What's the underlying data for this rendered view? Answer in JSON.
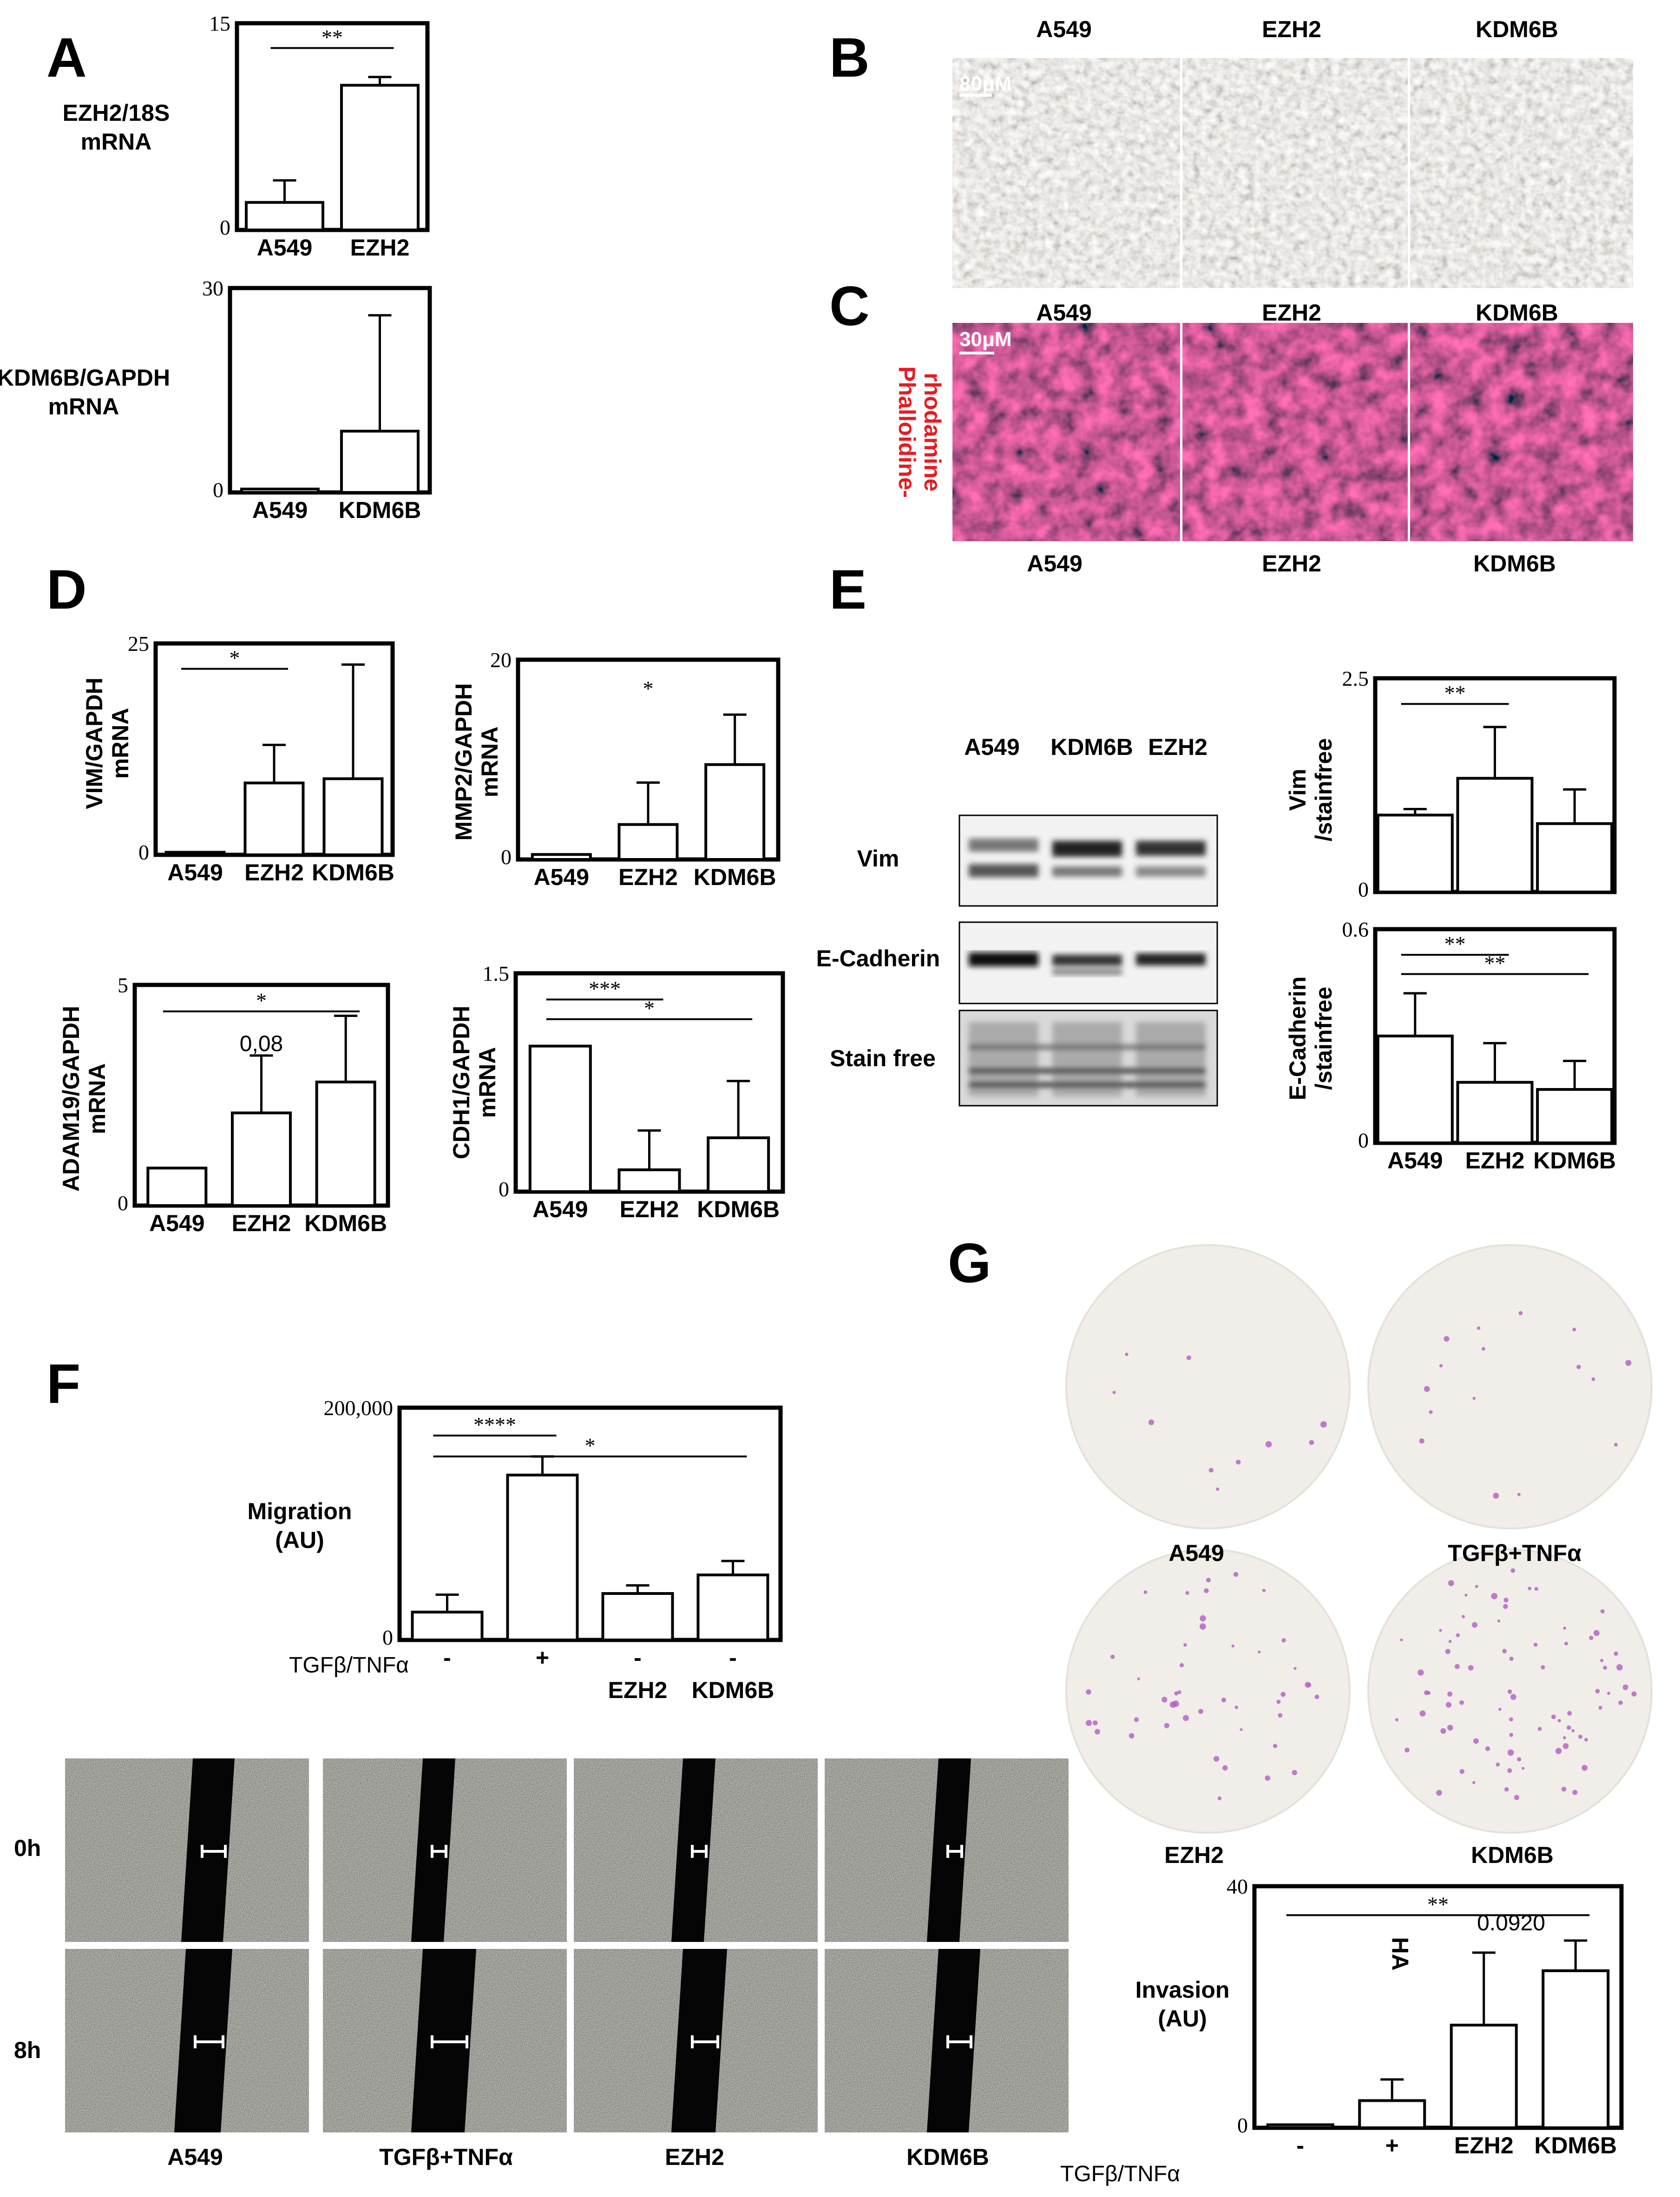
{
  "panels": {
    "A": "A",
    "B": "B",
    "C": "C",
    "D": "D",
    "E": "E",
    "F": "F",
    "G": "G"
  },
  "micro": {
    "groups": [
      "A549",
      "EZH2",
      "KDM6B"
    ],
    "scale_b": "80μM",
    "scale_c": "30μM",
    "stain_label_1": "Phalloidine-",
    "stain_label_2": "rhodamine",
    "colors": {
      "phase": "#8a847c",
      "fluor": "#b0122a",
      "fluor_dark": "#3a0610"
    }
  },
  "western": {
    "lanes": [
      "A549",
      "KDM6B",
      "EZH2"
    ],
    "rows": [
      "Vim",
      "E-Cadherin",
      "Stain free"
    ]
  },
  "wound": {
    "times": [
      "0h",
      "8h"
    ],
    "groups": [
      "A549",
      "TGFβ+TNFα",
      "EZH2",
      "KDM6B"
    ]
  },
  "invasion_wells": {
    "labels": [
      "A549",
      "TGFβ+TNFα",
      "EZH2",
      "KDM6B"
    ],
    "colors": {
      "well": "#f1ede8",
      "dot": "#b25bc4"
    }
  },
  "chart_data": [
    {
      "id": "A1",
      "type": "bar",
      "ylabel_lines": [
        "EZH2/18S",
        "mRNA"
      ],
      "categories": [
        "A549",
        "EZH2"
      ],
      "values": [
        2,
        10.5
      ],
      "errors": [
        1.6,
        0.6
      ],
      "ylim": [
        0,
        15
      ],
      "ytick_labels": [
        "0",
        "15"
      ],
      "sig": [
        {
          "from": 0,
          "to": 1,
          "label": "**"
        }
      ]
    },
    {
      "id": "A2",
      "type": "bar",
      "ylabel_lines": [
        "KDM6B/GAPDH",
        "mRNA"
      ],
      "categories": [
        "A549",
        "KDM6B"
      ],
      "values": [
        0.5,
        9
      ],
      "errors": [
        0,
        17
      ],
      "ylim": [
        0,
        30
      ],
      "ytick_labels": [
        "0",
        "30"
      ],
      "sig": []
    },
    {
      "id": "D1",
      "type": "bar",
      "ylabel_lines": [
        "VIM/GAPDH",
        "mRNA"
      ],
      "categories": [
        "A549",
        "EZH2",
        "KDM6B"
      ],
      "values": [
        0.3,
        8.5,
        9
      ],
      "errors": [
        0,
        4.5,
        13.5
      ],
      "ylim": [
        0,
        25
      ],
      "ytick_labels": [
        "0",
        "25"
      ],
      "sig": [
        {
          "from": 0,
          "to": 1,
          "label": "*"
        }
      ]
    },
    {
      "id": "D2",
      "type": "bar",
      "ylabel_lines": [
        "MMP2/GAPDH",
        "mRNA"
      ],
      "categories": [
        "A549",
        "EZH2",
        "KDM6B"
      ],
      "values": [
        0.5,
        3.5,
        9.5
      ],
      "errors": [
        0,
        4.2,
        5
      ],
      "ylim": [
        0,
        20
      ],
      "ytick_labels": [
        "0",
        "20"
      ],
      "star": "*"
    },
    {
      "id": "D3",
      "type": "bar",
      "ylabel_lines": [
        "ADAM19/GAPDH",
        "mRNA"
      ],
      "categories": [
        "A549",
        "EZH2",
        "KDM6B"
      ],
      "values": [
        0.85,
        2.1,
        2.8
      ],
      "errors": [
        0,
        1.3,
        1.5
      ],
      "ylim": [
        0,
        5
      ],
      "ytick_labels": [
        "0",
        "5"
      ],
      "sig": [
        {
          "from": 0,
          "to": 2,
          "label": "*"
        }
      ],
      "note": "0,08"
    },
    {
      "id": "D4",
      "type": "bar",
      "ylabel_lines": [
        "CDH1/GAPDH",
        "mRNA"
      ],
      "categories": [
        "A549",
        "EZH2",
        "KDM6B"
      ],
      "values": [
        1.0,
        0.15,
        0.37
      ],
      "errors": [
        0,
        0.27,
        0.39
      ],
      "ylim": [
        0,
        1.5
      ],
      "ytick_labels": [
        "0",
        "1.5"
      ],
      "sig": [
        {
          "from": 0,
          "to": 1,
          "label": "***"
        },
        {
          "from": 0,
          "to": 2,
          "label": "*"
        }
      ]
    },
    {
      "id": "E1",
      "type": "bar",
      "ylabel_lines": [
        "Vim",
        "/stainfree"
      ],
      "categories": [
        "",
        "",
        ""
      ],
      "values": [
        0.9,
        1.33,
        0.8
      ],
      "errors": [
        0.07,
        0.6,
        0.4
      ],
      "ylim": [
        0,
        2.5
      ],
      "ytick_labels": [
        "0",
        "2.5"
      ],
      "sig": [
        {
          "from": 0,
          "to": 1,
          "label": "**"
        }
      ]
    },
    {
      "id": "E2",
      "type": "bar",
      "ylabel_lines": [
        "E-Cadherin",
        "/stainfree"
      ],
      "categories": [
        "A549",
        "EZH2",
        "KDM6B"
      ],
      "values": [
        0.3,
        0.17,
        0.15
      ],
      "errors": [
        0.12,
        0.11,
        0.08
      ],
      "ylim": [
        0,
        0.6
      ],
      "ytick_labels": [
        "0",
        "0.6"
      ],
      "sig": [
        {
          "from": 0,
          "to": 1,
          "label": "**"
        },
        {
          "from": 0,
          "to": 2,
          "label": "**"
        }
      ]
    },
    {
      "id": "F",
      "type": "bar",
      "ylabel_lines": [
        "Migration",
        "(AU)"
      ],
      "categories": [
        "-",
        "+",
        "-",
        "-"
      ],
      "sublabels": [
        "",
        "",
        "EZH2",
        "KDM6B"
      ],
      "condition_label": "TGFβ/TNFα",
      "values": [
        24000,
        142000,
        40000,
        56000
      ],
      "errors": [
        15000,
        16000,
        7000,
        12000
      ],
      "ylim": [
        0,
        200000
      ],
      "ytick_labels": [
        "0",
        "200,000"
      ],
      "sig": [
        {
          "from": 0,
          "to": 1,
          "label": "****"
        },
        {
          "from": 0,
          "to": 3,
          "label": "*"
        }
      ]
    },
    {
      "id": "G",
      "type": "bar",
      "ylabel_lines": [
        "Invasion",
        "(AU)"
      ],
      "categories": [
        "-",
        "+",
        "EZH2",
        "KDM6B"
      ],
      "condition_label": "TGFβ/TNFα",
      "values": [
        0.5,
        4.5,
        17,
        26
      ],
      "errors": [
        0,
        3.5,
        12,
        5
      ],
      "ylim": [
        0,
        40
      ],
      "ytick_labels": [
        "0",
        "40"
      ],
      "sig": [
        {
          "from": 0,
          "to": 3,
          "label": "**"
        }
      ],
      "note": "0.0920",
      "bar_mark": "HA"
    }
  ]
}
